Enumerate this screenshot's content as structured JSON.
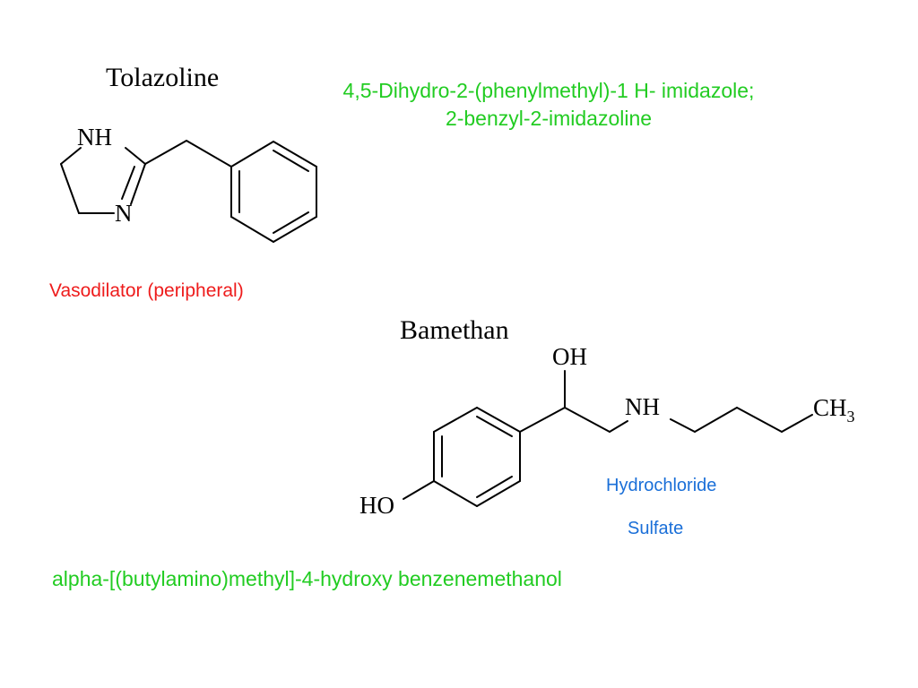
{
  "colors": {
    "name_green": "#22cc22",
    "use_red": "#ee1c1c",
    "salt_blue": "#1a6fd8",
    "structure_black": "#000000"
  },
  "tolazoline": {
    "title": "Tolazoline",
    "systematic_name_line1": "4,5-Dihydro-2-(phenylmethyl)-1 H- imidazole;",
    "systematic_name_line2": "2-benzyl-2-imidazoline",
    "use": "Vasodilator (peripheral)",
    "atoms": {
      "nh": "NH",
      "n": "N"
    }
  },
  "bamethan": {
    "title": "Bamethan",
    "salt_1": "Hydrochloride",
    "salt_2": "Sulfate",
    "systematic_name": "alpha-[(butylamino)methyl]-4-hydroxy benzenemethanol",
    "atoms": {
      "oh": "OH",
      "nh": "NH",
      "ch": "CH",
      "sub": "3",
      "ho": "HO"
    }
  }
}
